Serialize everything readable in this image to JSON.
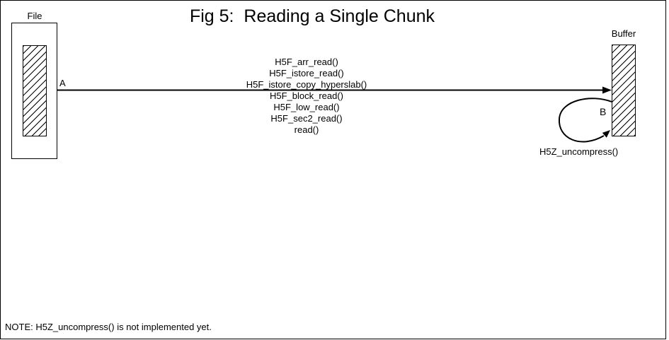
{
  "title": "Fig 5:  Reading a Single Chunk",
  "file": {
    "label": "File"
  },
  "buffer": {
    "label": "Buffer"
  },
  "arrows": {
    "a_label": "A",
    "b_label": "B",
    "b_caption": "H5Z_uncompress()"
  },
  "call_stack": {
    "lines": [
      "H5F_arr_read()",
      "H5F_istore_read()",
      "H5F_istore_copy_hyperslab()",
      "H5F_block_read()",
      "H5F_low_read()",
      "H5F_sec2_read()",
      "read()"
    ]
  },
  "note": "NOTE: H5Z_uncompress() is not implemented yet.",
  "colors": {
    "ink": "#000000",
    "background": "#ffffff"
  }
}
